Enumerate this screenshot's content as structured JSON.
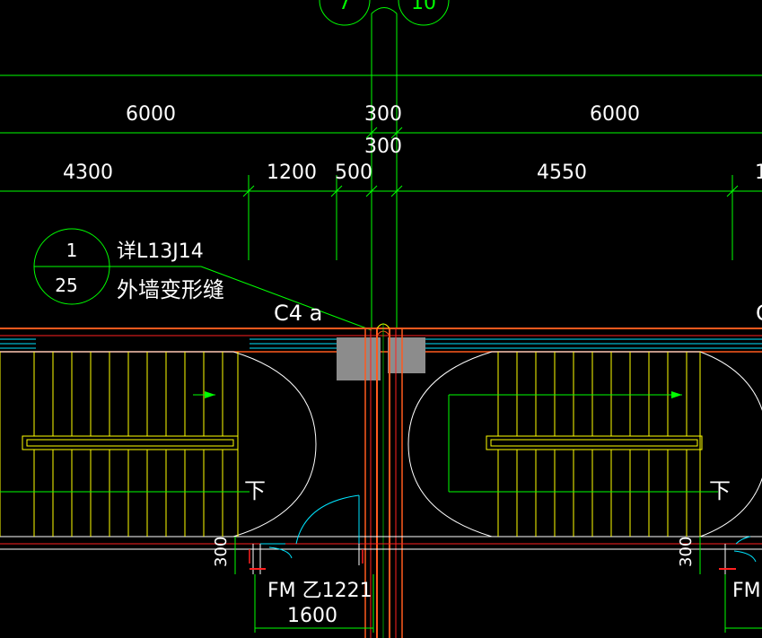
{
  "colors": {
    "background": "#000000",
    "dimension_line": "#00ff00",
    "wall": "#ff5a1e",
    "axis": "#ff2020",
    "stair": "#ffff00",
    "text": "#ffffff",
    "door": "#00e5ff",
    "column": "#8c8c8c",
    "window": "#00e5ff"
  },
  "axis_bubbles": [
    "7",
    "10"
  ],
  "dimensions": {
    "row1": [
      "6000",
      "300",
      "6000"
    ],
    "row1b": [
      "300"
    ],
    "row2": [
      "4300",
      "1200",
      "500",
      "4550",
      "1"
    ]
  },
  "detail_callout": {
    "top": "1",
    "bottom": "25",
    "line1": "详L13J14",
    "line2": "外墙变形缝"
  },
  "window_label": "C4 a",
  "window_label_right": "C",
  "stair_down_label": "下",
  "door_dim": "300",
  "door_label_left": "FM 乙1221",
  "door_width_dim": "1600",
  "door_label_right": "FM"
}
